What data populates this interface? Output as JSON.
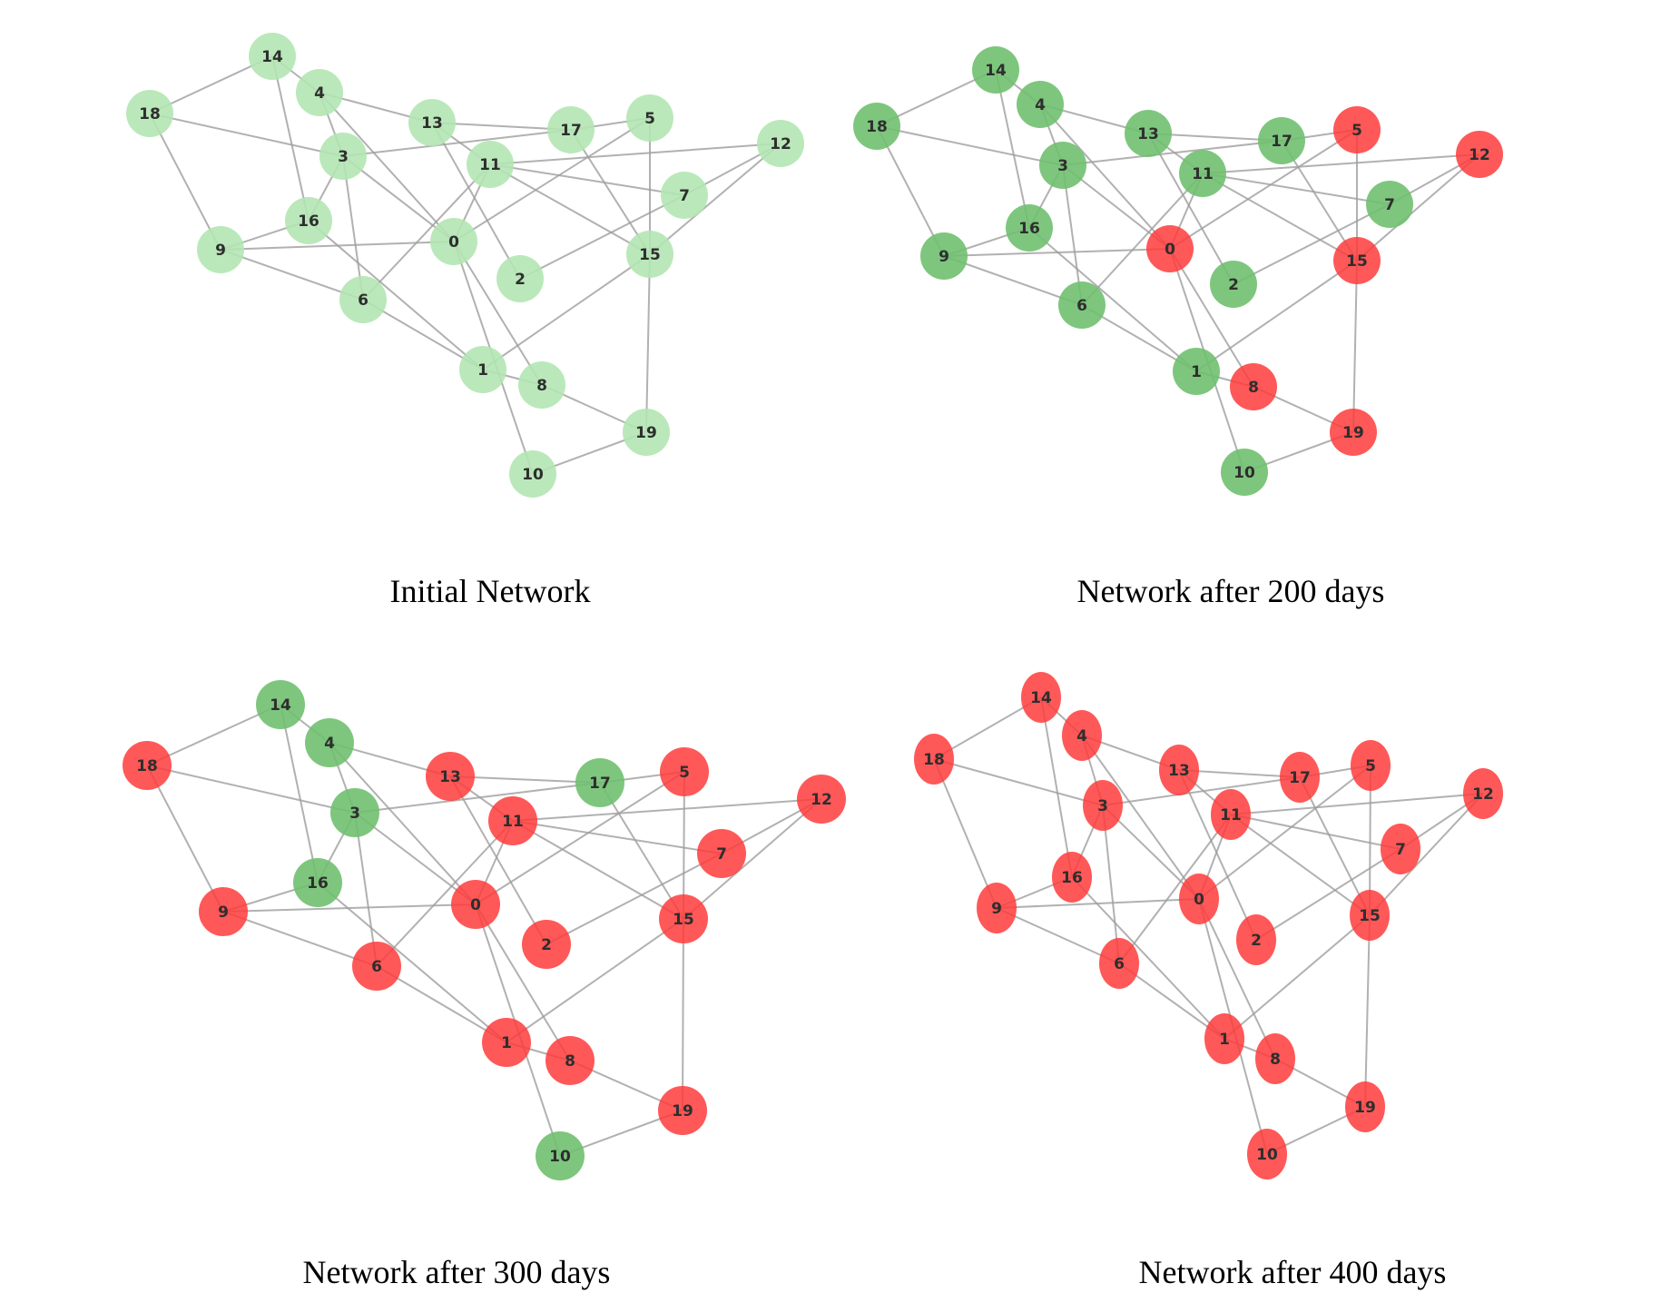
{
  "colors": {
    "initial_green": "#b2e5b2",
    "green": "#70c070",
    "red": "#ff3b3b",
    "edge": "#9e9e9e"
  },
  "edges": [
    [
      18,
      14
    ],
    [
      18,
      3
    ],
    [
      18,
      9
    ],
    [
      14,
      4
    ],
    [
      14,
      16
    ],
    [
      4,
      13
    ],
    [
      4,
      3
    ],
    [
      4,
      0
    ],
    [
      13,
      17
    ],
    [
      13,
      11
    ],
    [
      13,
      2
    ],
    [
      17,
      5
    ],
    [
      17,
      3
    ],
    [
      17,
      15
    ],
    [
      5,
      0
    ],
    [
      5,
      15
    ],
    [
      12,
      11
    ],
    [
      12,
      7
    ],
    [
      12,
      15
    ],
    [
      11,
      6
    ],
    [
      11,
      7
    ],
    [
      11,
      15
    ],
    [
      7,
      2
    ],
    [
      3,
      16
    ],
    [
      3,
      6
    ],
    [
      3,
      0
    ],
    [
      9,
      16
    ],
    [
      9,
      0
    ],
    [
      9,
      6
    ],
    [
      16,
      1
    ],
    [
      0,
      10
    ],
    [
      0,
      8
    ],
    [
      15,
      1
    ],
    [
      15,
      19
    ],
    [
      1,
      8
    ],
    [
      8,
      19
    ],
    [
      10,
      19
    ],
    [
      6,
      1
    ],
    [
      0,
      11
    ]
  ],
  "panels": [
    {
      "title": "Initial Network",
      "states": {
        "0": "initial",
        "1": "initial",
        "2": "initial",
        "3": "initial",
        "4": "initial",
        "5": "initial",
        "6": "initial",
        "7": "initial",
        "8": "initial",
        "9": "initial",
        "10": "initial",
        "11": "initial",
        "12": "initial",
        "13": "initial",
        "14": "initial",
        "15": "initial",
        "16": "initial",
        "17": "initial",
        "18": "initial",
        "19": "initial"
      }
    },
    {
      "title": "Network after 200 days",
      "states": {
        "0": "infected",
        "1": "healthy",
        "2": "healthy",
        "3": "healthy",
        "4": "healthy",
        "5": "infected",
        "6": "healthy",
        "7": "healthy",
        "8": "infected",
        "9": "healthy",
        "10": "healthy",
        "11": "healthy",
        "12": "infected",
        "13": "healthy",
        "14": "healthy",
        "15": "infected",
        "16": "healthy",
        "17": "healthy",
        "18": "healthy",
        "19": "infected"
      }
    },
    {
      "title": "Network after 300 days",
      "states": {
        "0": "infected",
        "1": "infected",
        "2": "infected",
        "3": "healthy",
        "4": "healthy",
        "5": "infected",
        "6": "infected",
        "7": "infected",
        "8": "infected",
        "9": "infected",
        "10": "healthy",
        "11": "infected",
        "12": "infected",
        "13": "infected",
        "14": "healthy",
        "15": "infected",
        "16": "healthy",
        "17": "healthy",
        "18": "infected",
        "19": "infected"
      }
    },
    {
      "title": "Network after 400 days",
      "states": {
        "0": "infected",
        "1": "infected",
        "2": "infected",
        "3": "infected",
        "4": "infected",
        "5": "infected",
        "6": "infected",
        "7": "infected",
        "8": "infected",
        "9": "infected",
        "10": "infected",
        "11": "infected",
        "12": "infected",
        "13": "infected",
        "14": "infected",
        "15": "infected",
        "16": "infected",
        "17": "infected",
        "18": "infected",
        "19": "infected"
      }
    }
  ]
}
